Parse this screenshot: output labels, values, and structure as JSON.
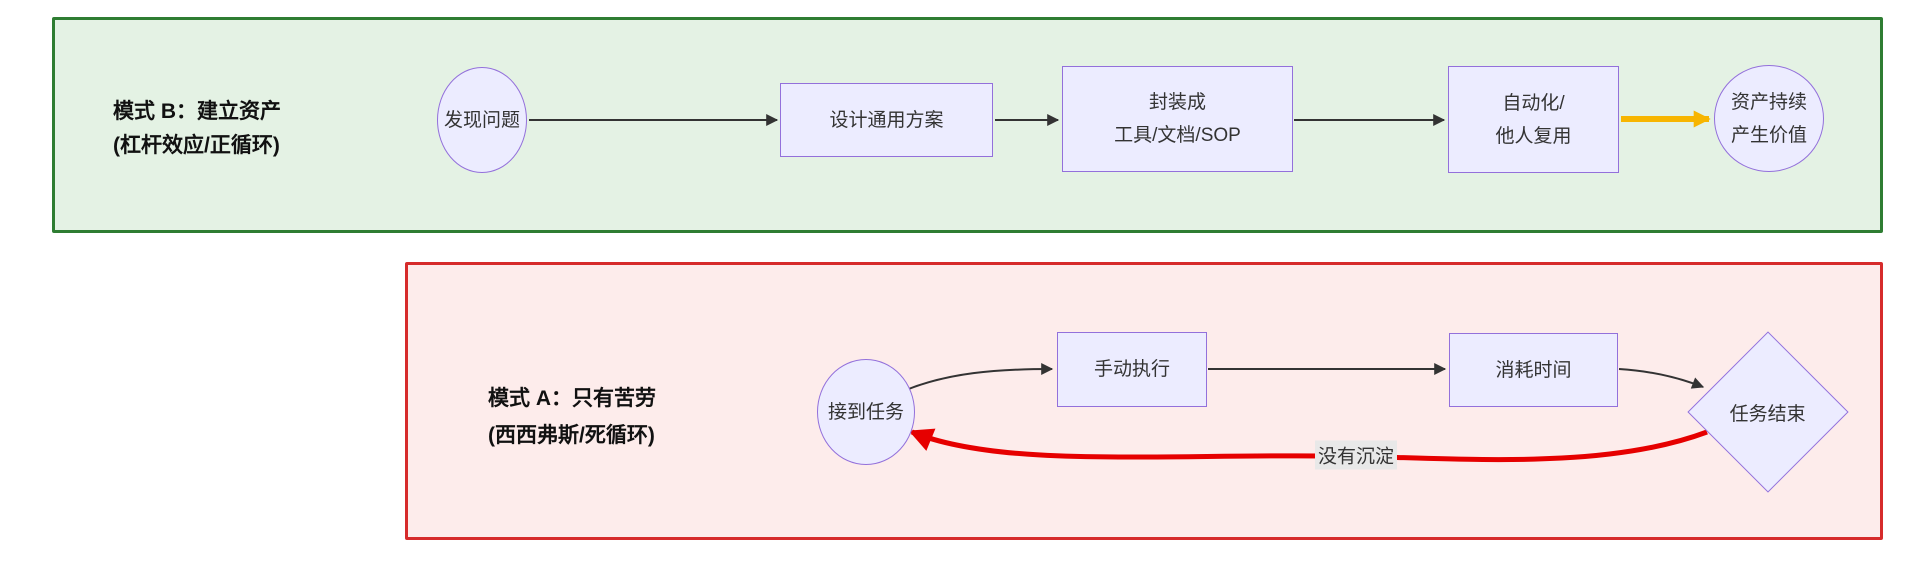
{
  "pattern_b": {
    "title_line1": "模式 B：建立资产",
    "title_line2": "(杠杆效应/正循环)",
    "nodes": {
      "discover": "发现问题",
      "design": "设计通用方案",
      "package_line1": "封装成",
      "package_line2": "工具/文档/SOP",
      "automate_line1": "自动化/",
      "automate_line2": "他人复用",
      "value_line1": "资产持续",
      "value_line2": "产生价值"
    },
    "colors": {
      "container_fill": "#e4f2e4",
      "container_border": "#2e7d32",
      "value_arrow": "#f7b500"
    }
  },
  "pattern_a": {
    "title_line1": "模式 A：只有苦劳",
    "title_line2": "(西西弗斯/死循环)",
    "nodes": {
      "receive": "接到任务",
      "manual": "手动执行",
      "consume": "消耗时间",
      "end": "任务结束"
    },
    "loop_edge_label": "没有沉淀",
    "colors": {
      "container_fill": "#fdeceb",
      "container_border": "#d62b2b",
      "loop_arrow": "#e60000"
    }
  },
  "node_style": {
    "fill": "#ECECFF",
    "border": "#9370DB",
    "text": "#333333"
  },
  "arrow_color": "#333333"
}
